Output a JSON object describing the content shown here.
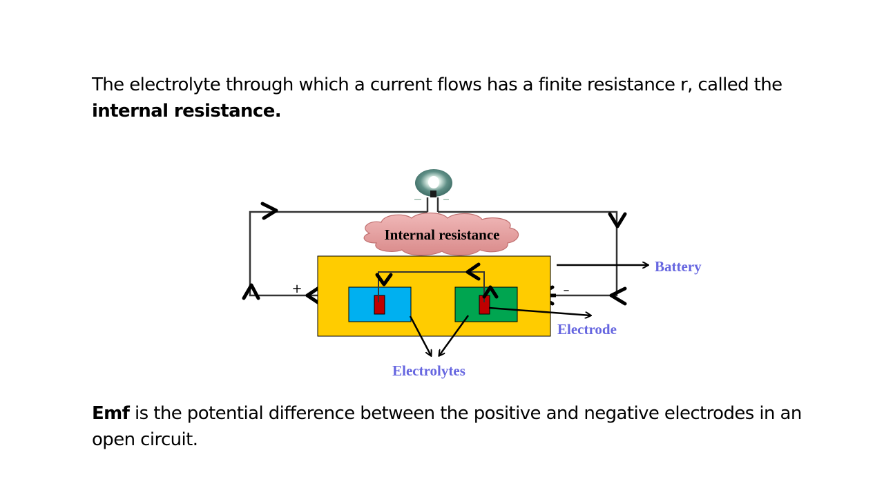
{
  "slide": {
    "intro": {
      "text": "The electrolyte through which a current flows has a finite resistance r, called the ",
      "bold": "internal resistance."
    },
    "emf": {
      "bold": "Emf",
      "text": " is the potential difference between the positive and negative electrodes in an open circuit."
    }
  },
  "diagram": {
    "cloud_label": "Internal resistance",
    "battery_label": "Battery",
    "electrode_label": "Electrode",
    "electrolytes_label": "Electrolytes",
    "plus_sign": "+",
    "minus_sign": "–",
    "icons": [
      "light-bulb-icon"
    ],
    "colors": {
      "battery_case": "#FFCC00",
      "positive_electrolyte": "#00B0F0",
      "negative_electrolyte": "#00A550",
      "electrode": "#C00000",
      "cloud": "#E6A0A0",
      "label_blue": "#6666E0",
      "bulb": "#4A7A70"
    }
  }
}
